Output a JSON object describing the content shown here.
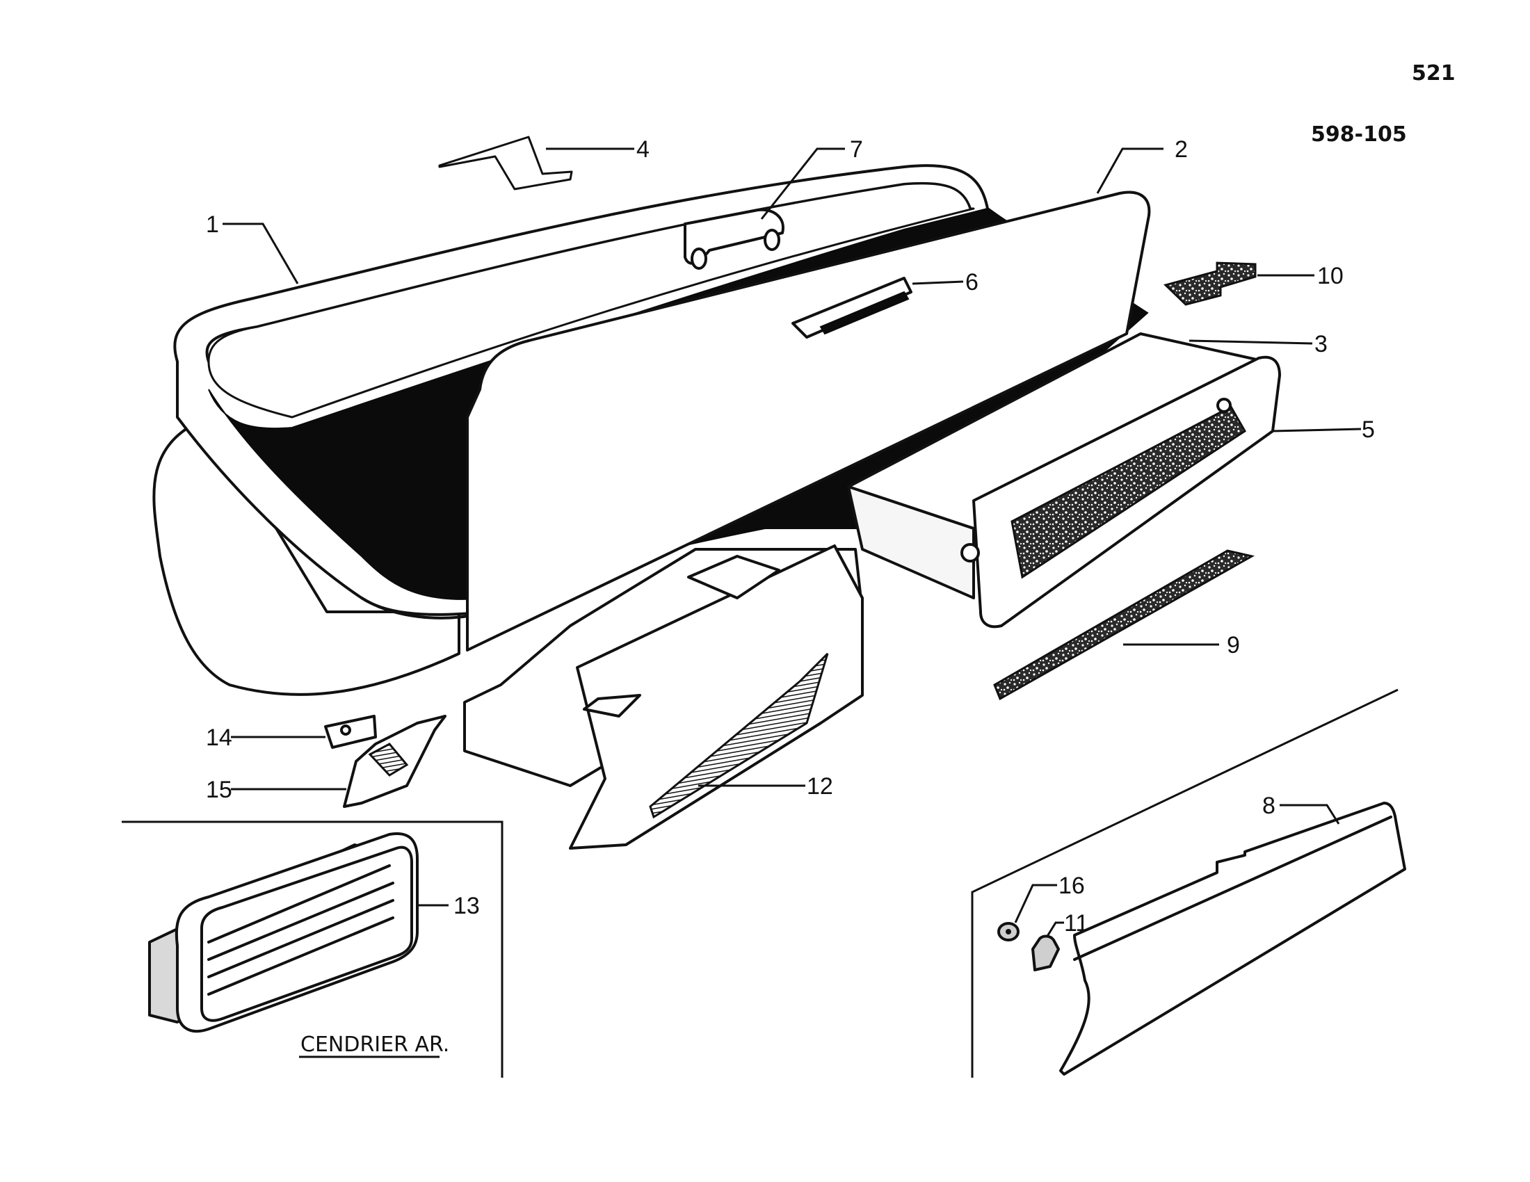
{
  "page": {
    "page_number": "521",
    "reference": "598-105"
  },
  "callouts": [
    {
      "id": "1",
      "text": "1"
    },
    {
      "id": "2",
      "text": "2"
    },
    {
      "id": "3",
      "text": "3"
    },
    {
      "id": "4",
      "text": "4"
    },
    {
      "id": "5",
      "text": "5"
    },
    {
      "id": "6",
      "text": "6"
    },
    {
      "id": "7",
      "text": "7"
    },
    {
      "id": "8",
      "text": "8"
    },
    {
      "id": "9",
      "text": "9"
    },
    {
      "id": "10",
      "text": "10"
    },
    {
      "id": "11",
      "text": "11"
    },
    {
      "id": "12",
      "text": "12"
    },
    {
      "id": "13",
      "text": "13"
    },
    {
      "id": "14",
      "text": "14"
    },
    {
      "id": "15",
      "text": "15"
    },
    {
      "id": "16",
      "text": "16"
    }
  ],
  "inset": {
    "caption": "CENDRIER AR."
  },
  "colors": {
    "ink": "#111111",
    "paper": "#ffffff"
  }
}
